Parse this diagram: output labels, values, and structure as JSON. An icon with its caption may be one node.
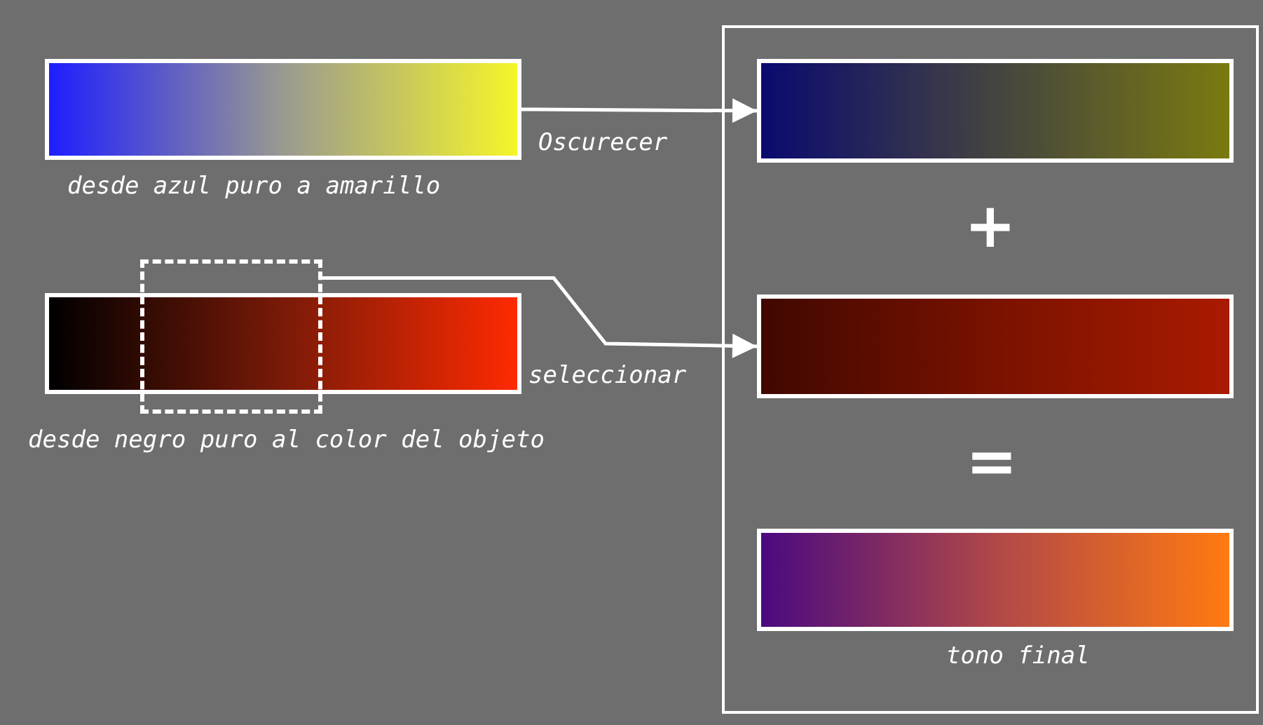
{
  "diagram": {
    "nodes": [
      {
        "text": [],
        "shape": "bar",
        "beside": [
          "desde azul puro a amarillo"
        ]
      },
      {
        "text": [],
        "shape": "bar"
      },
      {
        "text": [],
        "shape": "box"
      },
      {
        "text": [],
        "shape": "box"
      },
      {
        "text": [],
        "shape": "bar",
        "in": 3
      },
      {
        "text": [],
        "shape": "bar",
        "in": 3
      },
      {
        "text": [],
        "shape": "bar",
        "in": 3,
        "beside": [
          "tono final"
        ]
      }
    ],
    "edges": [
      {
        "from": 0,
        "to": 4,
        "arrow": "to",
        "label": "Oscurecer"
      },
      {
        "from": 2,
        "to": 5,
        "arrow": "to",
        "label": "seleccionar"
      }
    ],
    "labels": [
      "+",
      "desde negro puro al color del objeto",
      "="
    ]
  }
}
